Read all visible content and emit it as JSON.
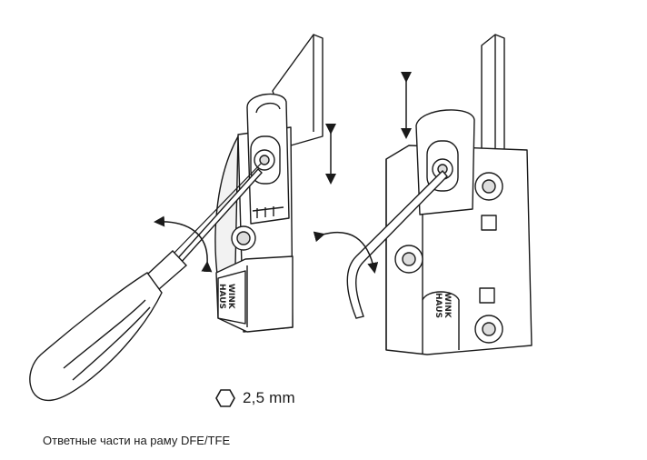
{
  "hex_size_label": "2,5 mm",
  "caption": "Ответные части на раму DFE/TFE",
  "brand_lines": [
    "WINK",
    "HAUS"
  ],
  "icons": [
    "hex-key-icon",
    "double-arrow-icon",
    "rotation-arrow-icon",
    "screwdriver-icon",
    "allen-key-icon"
  ],
  "colors": {
    "line": "#1a1a1a",
    "fill": "#ffffff",
    "shade": "#e6e6e6"
  }
}
